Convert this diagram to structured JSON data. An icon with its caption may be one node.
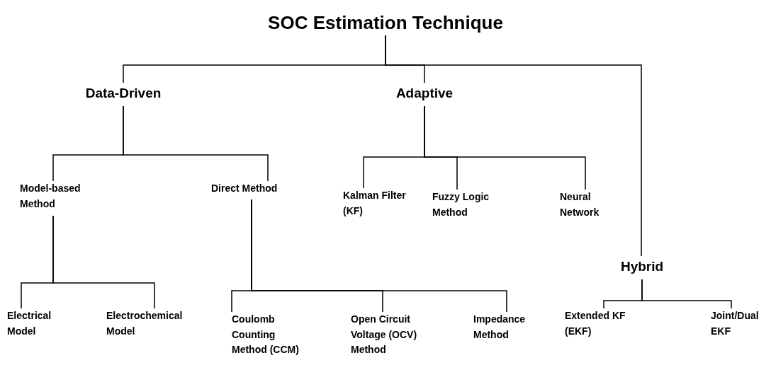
{
  "diagram": {
    "nodes": [
      {
        "text": [
          "SOC Estimation Technique"
        ]
      },
      {
        "text": [
          "Data-Driven"
        ]
      },
      {
        "text": [
          "Adaptive"
        ]
      },
      {
        "text": [
          "Hybrid"
        ]
      },
      {
        "text": [
          "Model-based Method"
        ]
      },
      {
        "text": [
          "Direct Method"
        ]
      },
      {
        "text": [
          "Kalman Filter (KF)"
        ]
      },
      {
        "text": [
          "Fuzzy Logic Method"
        ]
      },
      {
        "text": [
          "Neural Network"
        ]
      },
      {
        "text": [
          "Electrical Model"
        ]
      },
      {
        "text": [
          "Electrochemical Model"
        ]
      },
      {
        "text": [
          "Coulomb Counting Method (CCM)"
        ]
      },
      {
        "text": [
          "Open Circuit Voltage (OCV) Method"
        ]
      },
      {
        "text": [
          "Impedance Method"
        ]
      },
      {
        "text": [
          "Extended KF (EKF)"
        ]
      },
      {
        "text": [
          "Joint/Dual EKF"
        ]
      }
    ],
    "edges": [
      {
        "from": 0,
        "to": 1,
        "arrow": "none"
      },
      {
        "from": 0,
        "to": 2,
        "arrow": "none"
      },
      {
        "from": 0,
        "to": 3,
        "arrow": "none"
      },
      {
        "from": 1,
        "to": 4,
        "arrow": "none"
      },
      {
        "from": 1,
        "to": 5,
        "arrow": "none"
      },
      {
        "from": 2,
        "to": 6,
        "arrow": "none"
      },
      {
        "from": 2,
        "to": 7,
        "arrow": "none"
      },
      {
        "from": 2,
        "to": 8,
        "arrow": "none"
      },
      {
        "from": 4,
        "to": 9,
        "arrow": "none"
      },
      {
        "from": 4,
        "to": 10,
        "arrow": "none"
      },
      {
        "from": 5,
        "to": 11,
        "arrow": "none"
      },
      {
        "from": 5,
        "to": 12,
        "arrow": "none"
      },
      {
        "from": 5,
        "to": 13,
        "arrow": "none"
      },
      {
        "from": 3,
        "to": 14,
        "arrow": "none"
      },
      {
        "from": 3,
        "to": 15,
        "arrow": "none"
      }
    ]
  }
}
